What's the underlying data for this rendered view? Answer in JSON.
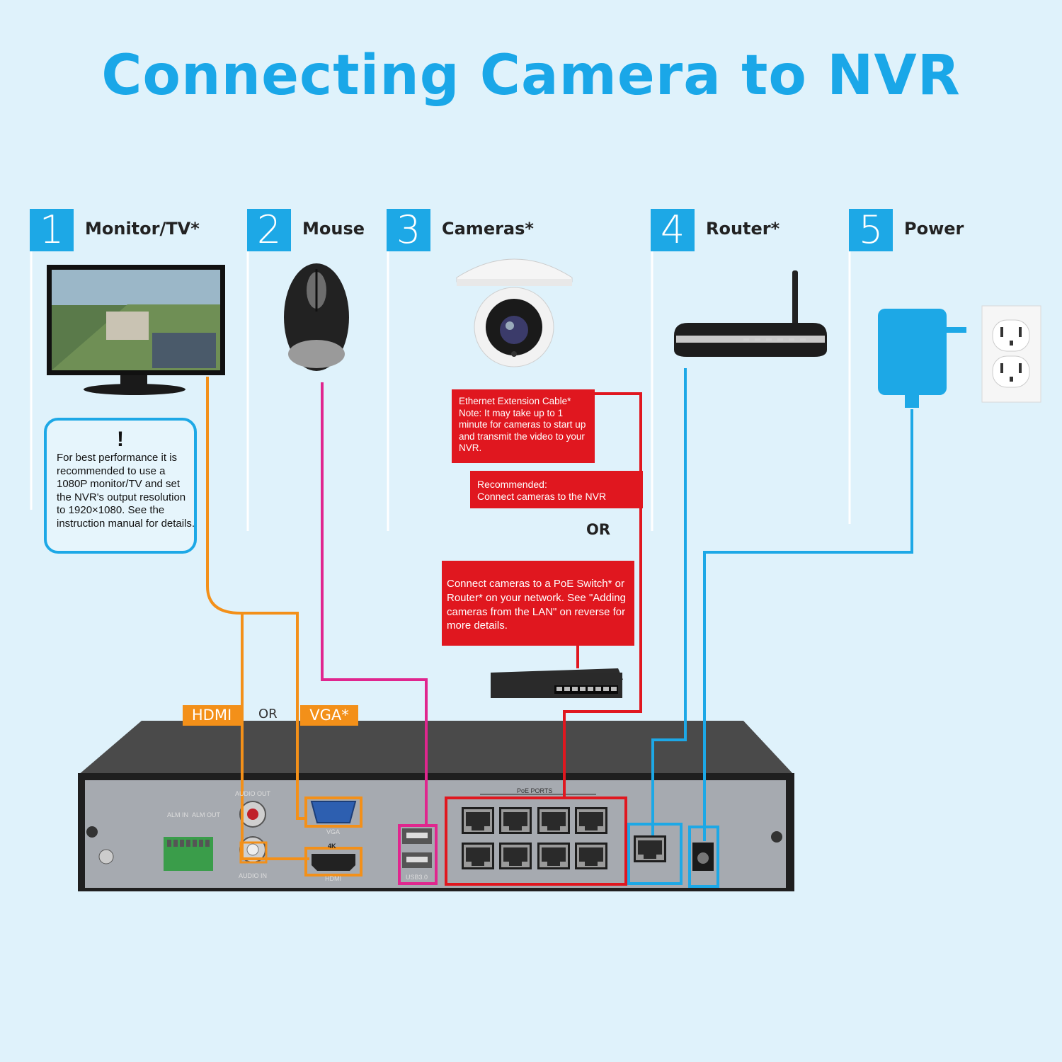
{
  "title": "Connecting Camera to NVR",
  "steps": [
    {
      "num": "1",
      "label": "Monitor/TV*"
    },
    {
      "num": "2",
      "label": "Mouse"
    },
    {
      "num": "3",
      "label": "Cameras*"
    },
    {
      "num": "4",
      "label": "Router*"
    },
    {
      "num": "5",
      "label": "Power"
    }
  ],
  "note": {
    "mark": "!",
    "text": "For best performance it is recommended to use a 1080P monitor/TV and set the NVR's output resolution to 1920×1080. See the instruction manual for details."
  },
  "callouts": {
    "extension_title": "Ethernet Extension Cable*",
    "extension_note": "Note: It may take up to 1 minute for cameras to start up and transmit the video to your NVR.",
    "recommended_title": "Recommended:",
    "recommended_text": "Connect cameras to the NVR",
    "or": "OR",
    "switch_text": "Connect cameras to a PoE Switch* or Router* on your network. See \"Adding cameras from the LAN\" on reverse for more details."
  },
  "video_output": {
    "hdmi": "HDMI",
    "or": "OR",
    "vga": "VGA*"
  },
  "nvr_labels": {
    "audio_out": "AUDIO OUT",
    "audio_in": "AUDIO IN",
    "alm_in": "ALM IN",
    "alm_out": "ALM OUT",
    "vga": "VGA",
    "hdmi": "HDMI",
    "hdmi_4k": "4K",
    "usb": "USB3.0",
    "poe_ports": "PoE PORTS"
  },
  "colors": {
    "background": "#dff2fb",
    "accent_blue": "#1da8e6",
    "video_cable": "#f39019",
    "mouse_cable": "#e0268e",
    "camera_cable": "#e0171f",
    "network_cable": "#1da8e6"
  }
}
